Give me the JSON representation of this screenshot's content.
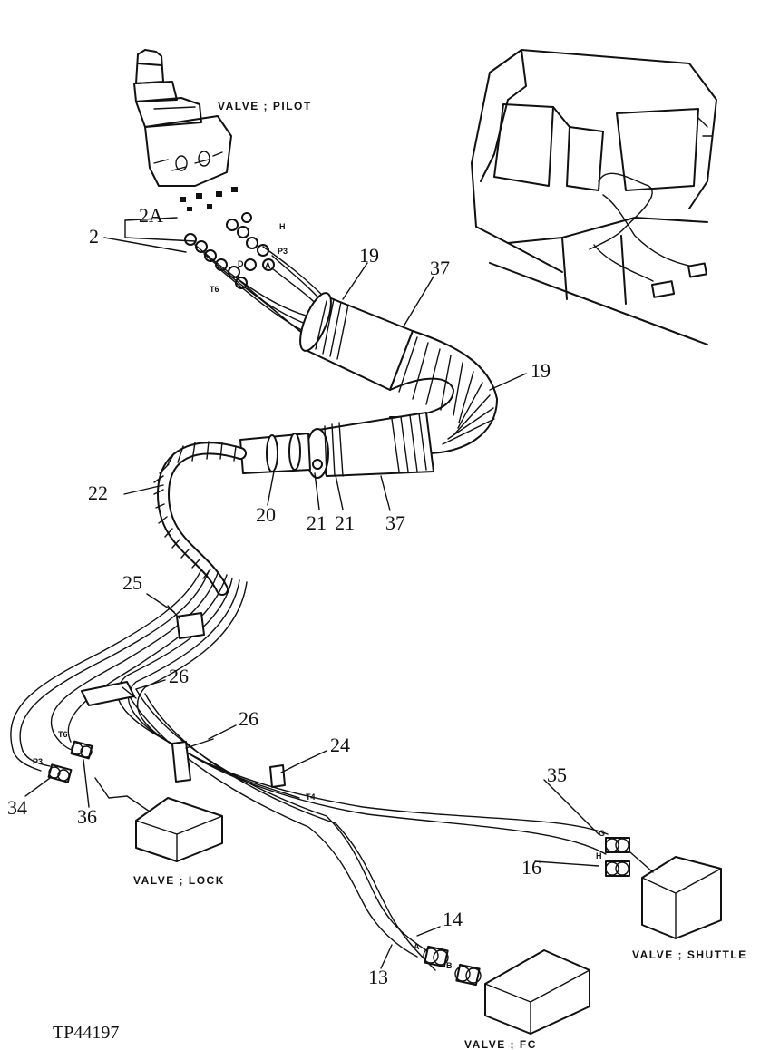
{
  "component_labels": {
    "valve_pilot": "VALVE ; PILOT",
    "valve_lock": "VALVE ; LOCK",
    "valve_shuttle": "VALVE ; SHUTTLE",
    "valve_fc": "VALVE ; FC"
  },
  "callouts": {
    "c2a": "2A",
    "c2": "2",
    "c19_top": "19",
    "c37_top": "37",
    "c19_right": "19",
    "c22": "22",
    "c20": "20",
    "c21_a": "21",
    "c21_b": "21",
    "c37_bottom": "37",
    "c25": "25",
    "c26_a": "26",
    "c26_b": "26",
    "c24": "24",
    "c35": "35",
    "c16": "16",
    "c34": "34",
    "c36": "36",
    "c14": "14",
    "c13": "13"
  },
  "port_labels": {
    "h_top": "H",
    "p3_top": "P3",
    "d_top": "D",
    "a_top": "A",
    "t6_top": "T6",
    "t6_bottom": "T6",
    "p3_bottom": "P3",
    "t4": "T4",
    "g": "G",
    "h_bottom": "H",
    "a_bottom": "A",
    "b_bottom": "B"
  },
  "figure_code": "TP44197"
}
